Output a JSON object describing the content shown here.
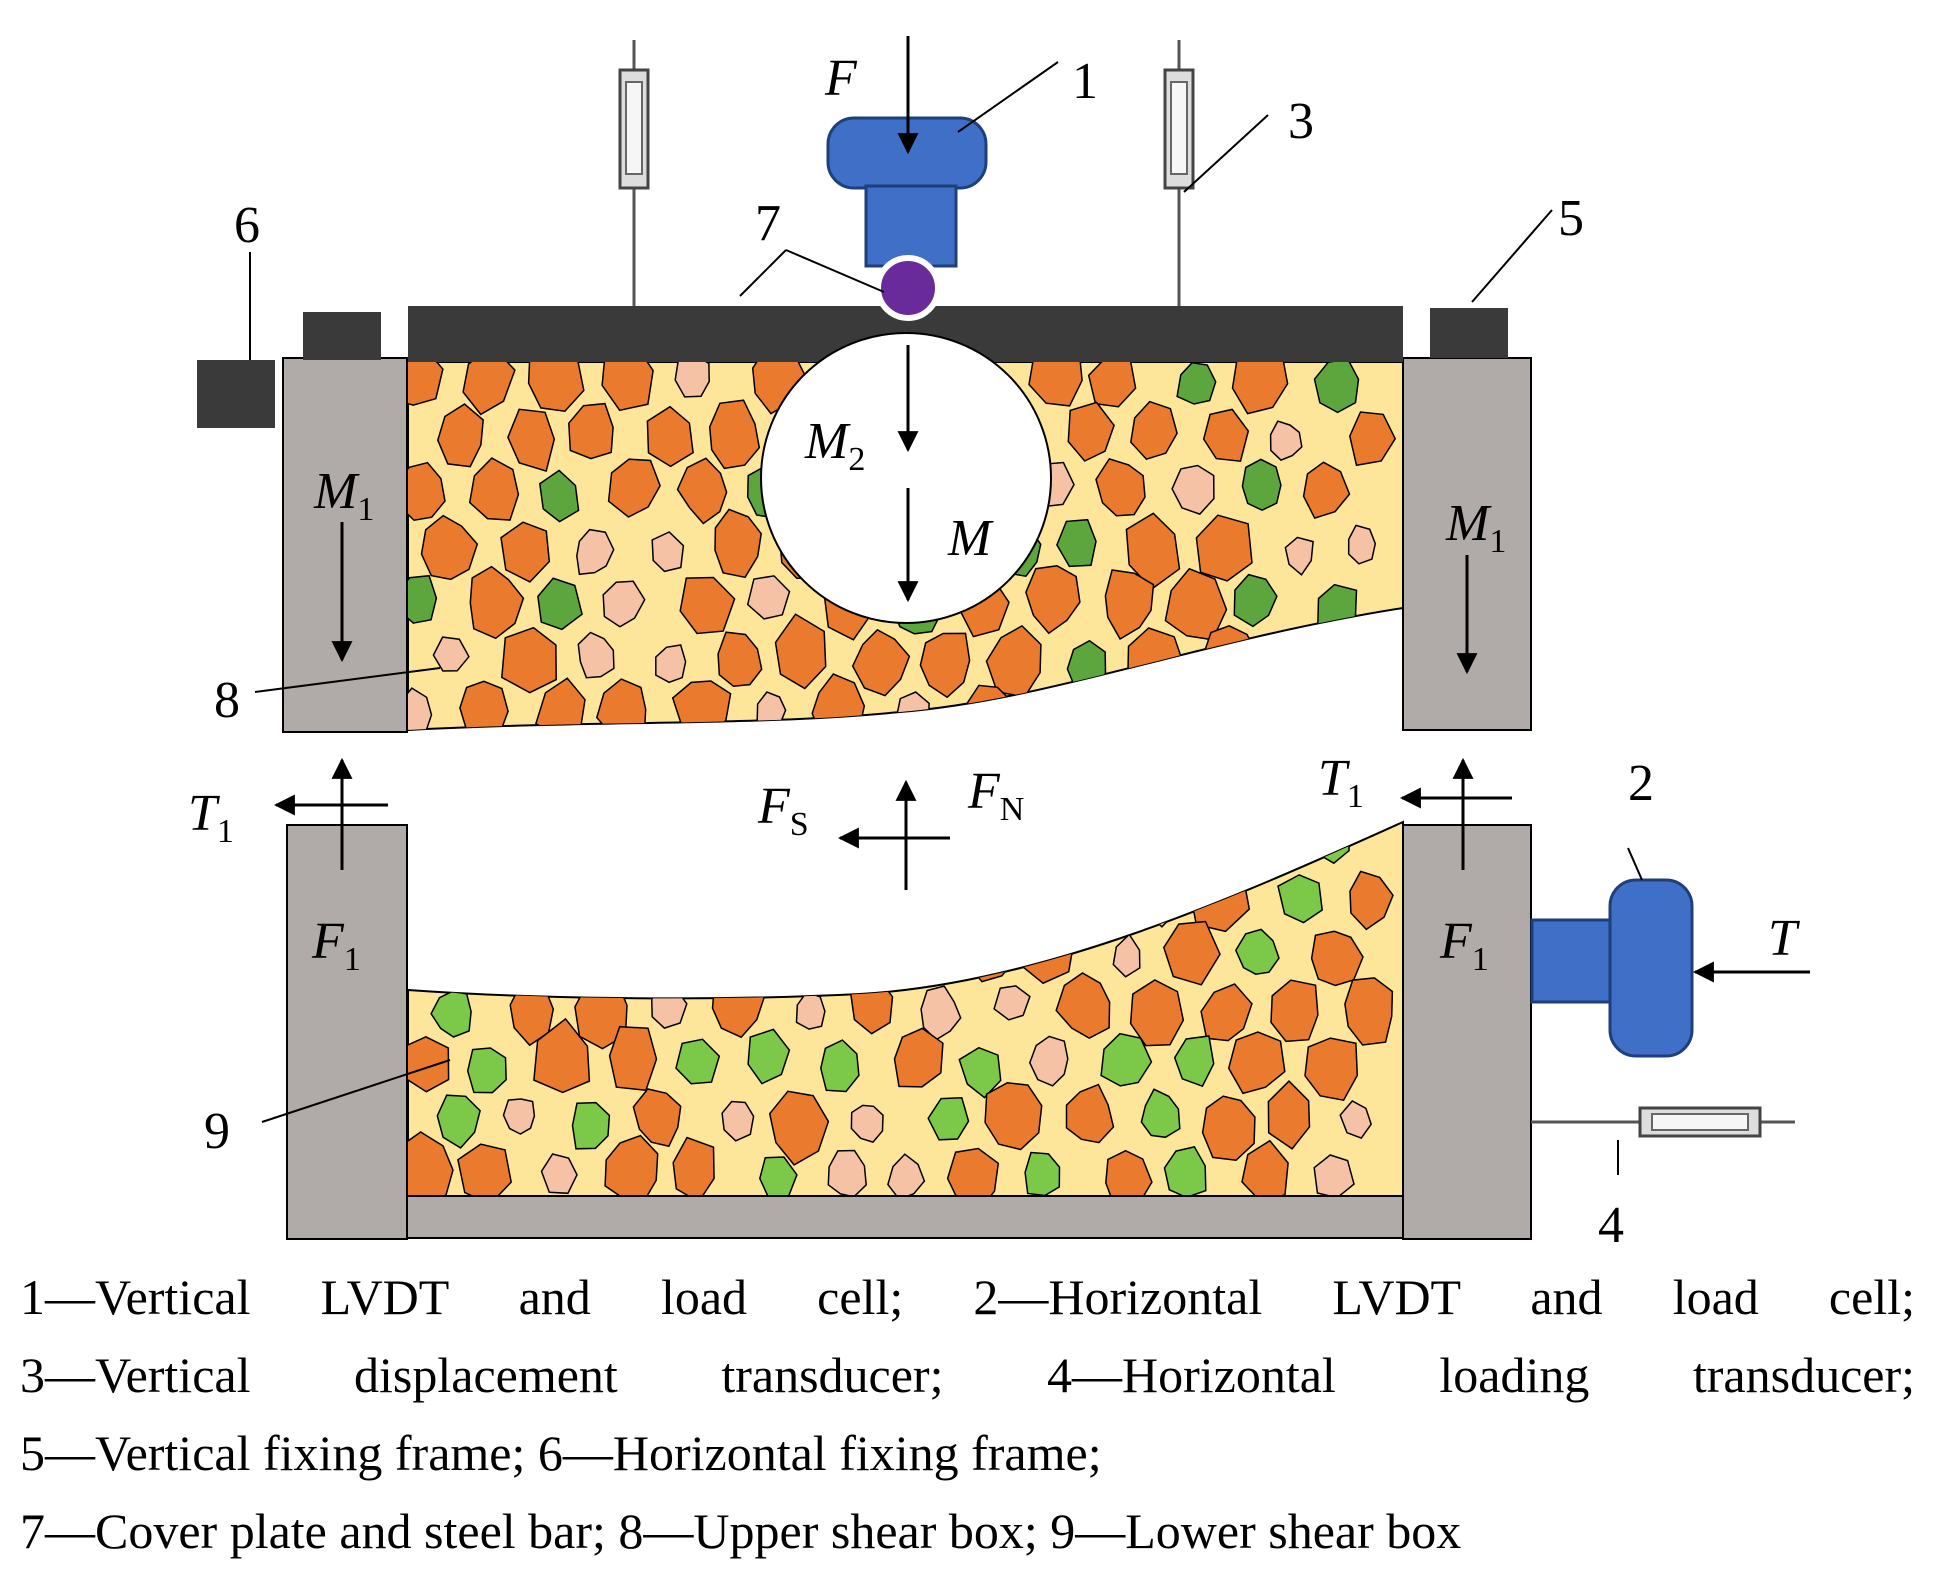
{
  "labels": {
    "n1": "1",
    "n2": "2",
    "n3": "3",
    "n4": "4",
    "n5": "5",
    "n6": "6",
    "n7": "7",
    "n8": "8",
    "n9": "9",
    "F": "F",
    "M2": "M",
    "M2_sub": "2",
    "M": "M",
    "M1_left": "M",
    "M1_left_sub": "1",
    "M1_right": "M",
    "M1_right_sub": "1",
    "T1_left": "T",
    "T1_left_sub": "1",
    "T1_right": "T",
    "T1_right_sub": "1",
    "FS": "F",
    "FS_sub": "S",
    "FN": "F",
    "FN_sub": "N",
    "F1_left": "F",
    "F1_left_sub": "1",
    "F1_right": "F",
    "F1_right_sub": "1",
    "T": "T"
  },
  "legend": {
    "line1": "1—Vertical LVDT and load cell; 2—Horizontal LVDT and load cell;",
    "line2": "3—Vertical displacement transducer; 4—Horizontal loading transducer;",
    "line3": "5—Vertical fixing frame; 6—Horizontal fixing frame;",
    "line4": "7—Cover plate and steel bar; 8—Upper shear box; 9—Lower shear box"
  },
  "colors": {
    "matrix": "#fde59a",
    "orange_particle": "#ea7a2e",
    "green_particle": "#5da63d",
    "light_green_particle": "#7cc94a",
    "pink_particle": "#f5c2a6",
    "frame_gray": "#b0aaa8",
    "dark_plate": "#3a3a3a",
    "load_cell_blue": "#3f6fc6",
    "steel_bar_purple": "#6a2b9a"
  }
}
